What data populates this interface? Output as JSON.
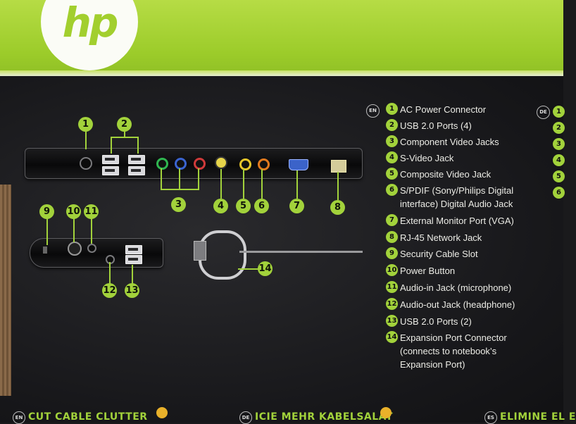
{
  "logo": {
    "text": "hp"
  },
  "lang_en": "EN",
  "lang_de": "DE",
  "legend": [
    {
      "num": "1",
      "label": "AC Power Connector"
    },
    {
      "num": "2",
      "label": "USB 2.0 Ports (4)"
    },
    {
      "num": "3",
      "label": "Component Video Jacks"
    },
    {
      "num": "4",
      "label": "S-Video Jack"
    },
    {
      "num": "5",
      "label": "Composite Video Jack"
    },
    {
      "num": "6",
      "label": "S/PDIF (Sony/Philips Digital",
      "label2": "interface)  Digital Audio Jack"
    },
    {
      "num": "7",
      "label": "External Monitor Port (VGA)"
    },
    {
      "num": "8",
      "label": "RJ-45 Network Jack"
    },
    {
      "num": "9",
      "label": "Security Cable Slot"
    },
    {
      "num": "10",
      "label": "Power Button"
    },
    {
      "num": "11",
      "label": "Audio-in Jack (microphone)"
    },
    {
      "num": "12",
      "label": "Audio-out Jack (headphone)"
    },
    {
      "num": "13",
      "label": "USB 2.0 Ports (2)"
    },
    {
      "num": "14",
      "label": "Expansion Port Connector",
      "label2": "(connects to notebook’s",
      "label3": "Expansion Port)"
    }
  ],
  "de_bullets": [
    "1",
    "2",
    "3",
    "4",
    "5",
    "6"
  ],
  "callouts": {
    "c1": "1",
    "c2": "2",
    "c3": "3",
    "c4": "4",
    "c5": "5",
    "c6": "6",
    "c7": "7",
    "c8": "8",
    "c9": "9",
    "c10": "10",
    "c11": "11",
    "c12": "12",
    "c13": "13",
    "c14": "14"
  },
  "bottom": {
    "en_lang": "EN",
    "en_head": "CUT CABLE CLUTTER",
    "de_lang": "DE",
    "de_head": "ICIE MEHR KABELSALAT",
    "es_lang": "ES",
    "es_head": "ELIMINE EL E"
  },
  "colors": {
    "accent_green": "#a2d23b",
    "hp_band": "#9ccc2a"
  }
}
